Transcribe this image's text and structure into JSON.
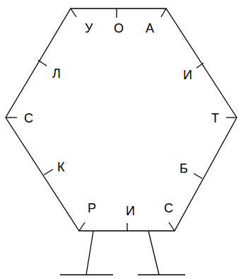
{
  "diagram": {
    "labels": [
      "У",
      "О",
      "А",
      "Л",
      "И",
      "С",
      "Т",
      "К",
      "Б",
      "Р",
      "И",
      "С"
    ]
  }
}
